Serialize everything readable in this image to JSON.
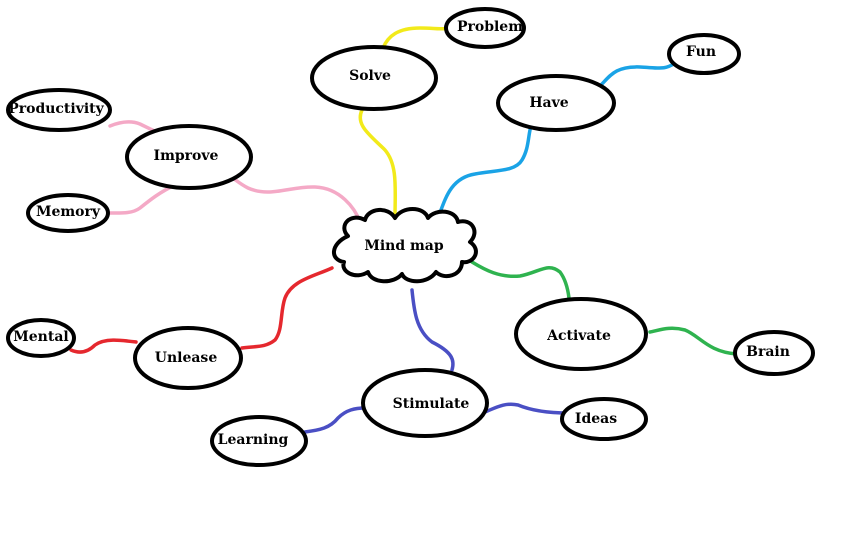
{
  "colors": {
    "background": "#ffffff",
    "outline": "#000000",
    "solve_branch": "#f2ea1a",
    "have_branch": "#1aa3e6",
    "improve_branch": "#f4a9c6",
    "unlease_branch": "#e5282e",
    "stimulate_branch": "#4a4fc4",
    "activate_branch": "#2fb34f"
  },
  "center": {
    "label": "Mind map"
  },
  "nodes": {
    "solve": "Solve",
    "problem": "Problem",
    "have": "Have",
    "fun": "Fun",
    "improve": "Improve",
    "productivity": "Productivity",
    "memory": "Memory",
    "unlease": "Unlease",
    "mental": "Mental",
    "stimulate": "Stimulate",
    "learning": "Learning",
    "ideas": "Ideas",
    "activate": "Activate",
    "brain": "Brain"
  }
}
